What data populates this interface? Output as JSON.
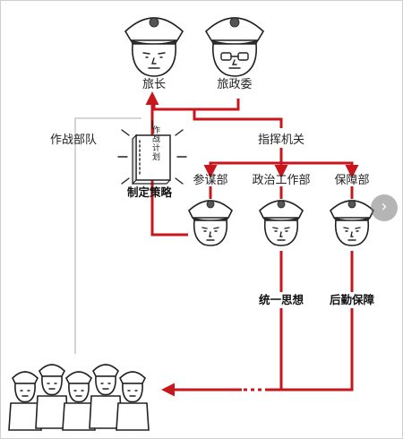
{
  "nodes": {
    "brigade_commander": "旅长",
    "political_commissar": "旅政委",
    "command_organ": "指挥机关",
    "combat_units": "作战部队",
    "staff_department": "参谋部",
    "political_work_department": "政治工作部",
    "support_department": "保障部"
  },
  "functions": {
    "strategy": "制定策略",
    "unify_thought": "统一思想",
    "logistics": "后勤保障"
  },
  "book_title": "作战计划",
  "controls": {
    "next_icon": "chevron-right-icon",
    "next_glyph": "›"
  },
  "colors": {
    "command_line": "#c8161d",
    "combat_line": "#c9c9c9"
  }
}
